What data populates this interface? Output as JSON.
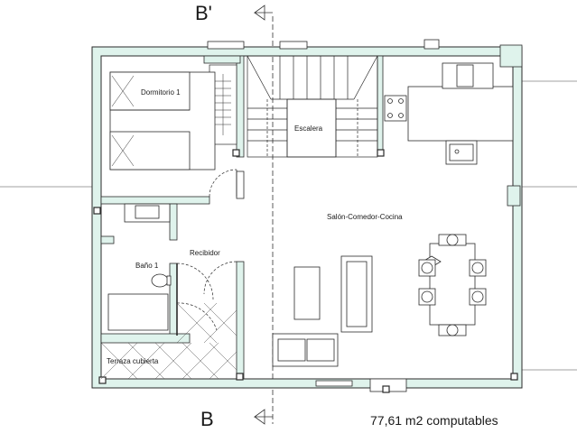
{
  "plan": {
    "section_top": "B'",
    "section_bottom": "B",
    "area_caption": "77,61 m2 computables",
    "rooms": {
      "bedroom": "Dormitorio 1",
      "stairs": "Escalera",
      "living": "Salón-Comedor-Cocina",
      "bathroom": "Baño 1",
      "hall": "Recibidor",
      "terrace": "Terraza cubierta"
    },
    "colors": {
      "wall_fill": "#dff3ec",
      "line": "#2a2a2a"
    }
  }
}
